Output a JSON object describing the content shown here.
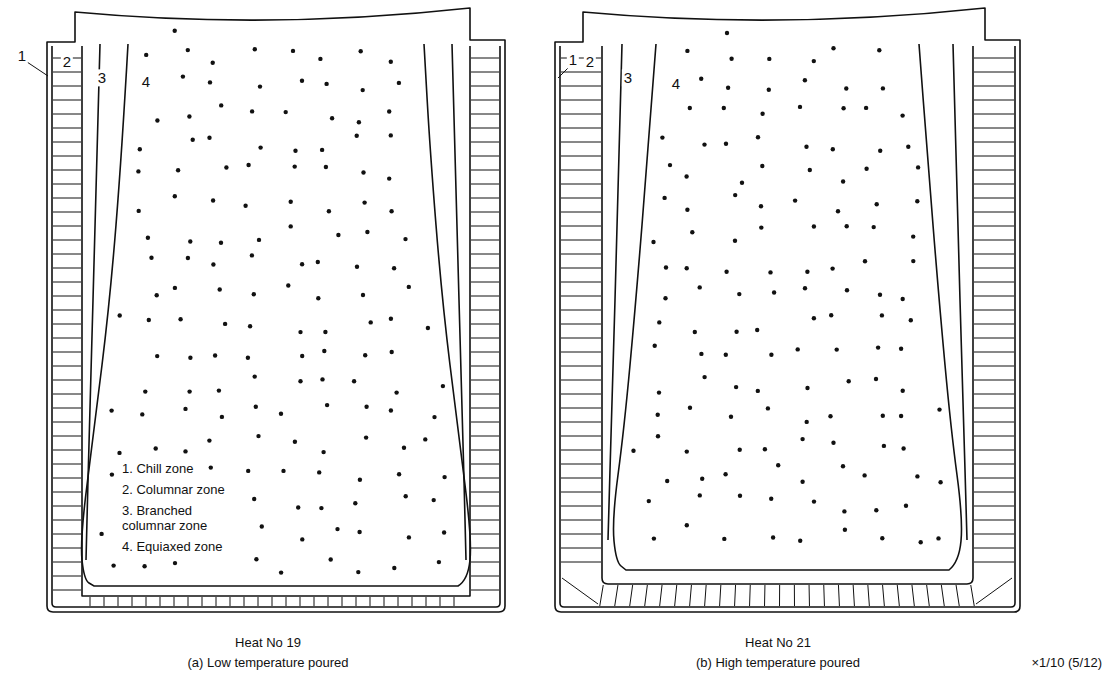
{
  "diagram": {
    "labels": [
      "1",
      "2",
      "3",
      "4",
      "1. Chill zone",
      "2. Columnar zone",
      "3. Branched columnar zone",
      "4. Equiaxed zone",
      "1",
      "2",
      "3",
      "4",
      "Heat No 19",
      "(a) Low temperature poured",
      "Heat No 21",
      "(b) High temperature poured",
      "×1/10 (5/12)"
    ]
  }
}
